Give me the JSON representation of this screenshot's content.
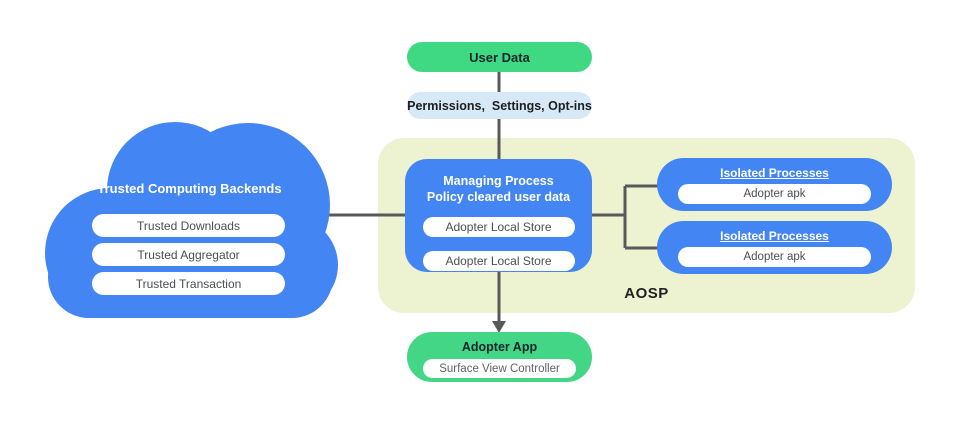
{
  "diagram": {
    "top_flow": {
      "user_data_label": "User Data",
      "permissions_label": "Permissions,  Settings, Opt-ins"
    },
    "cloud": {
      "title": "Trusted Computing Backends",
      "items": [
        "Trusted Downloads",
        "Trusted Aggregator",
        "Trusted Transaction"
      ]
    },
    "aosp": {
      "label": "AOSP",
      "managing_process": {
        "title_line1": "Managing Process",
        "title_line2": "Policy cleared user data",
        "stores": [
          "Adopter Local Store",
          "Adopter Local Store"
        ]
      },
      "isolated_processes": [
        {
          "title": "Isolated Processes",
          "item": "Adopter apk"
        },
        {
          "title": "Isolated Processes",
          "item": "Adopter apk"
        }
      ]
    },
    "adopter_app": {
      "title": "Adopter App",
      "item": "Surface View Controller"
    },
    "colors": {
      "blue": "#4385F3",
      "green_top": "#3FD883",
      "green_bottom": "#43D687",
      "light_blue": "#D7E9F6",
      "pale_green": "#EDF3D1",
      "line_gray": "#58595B",
      "pill_white": "#FFFFFF"
    }
  }
}
